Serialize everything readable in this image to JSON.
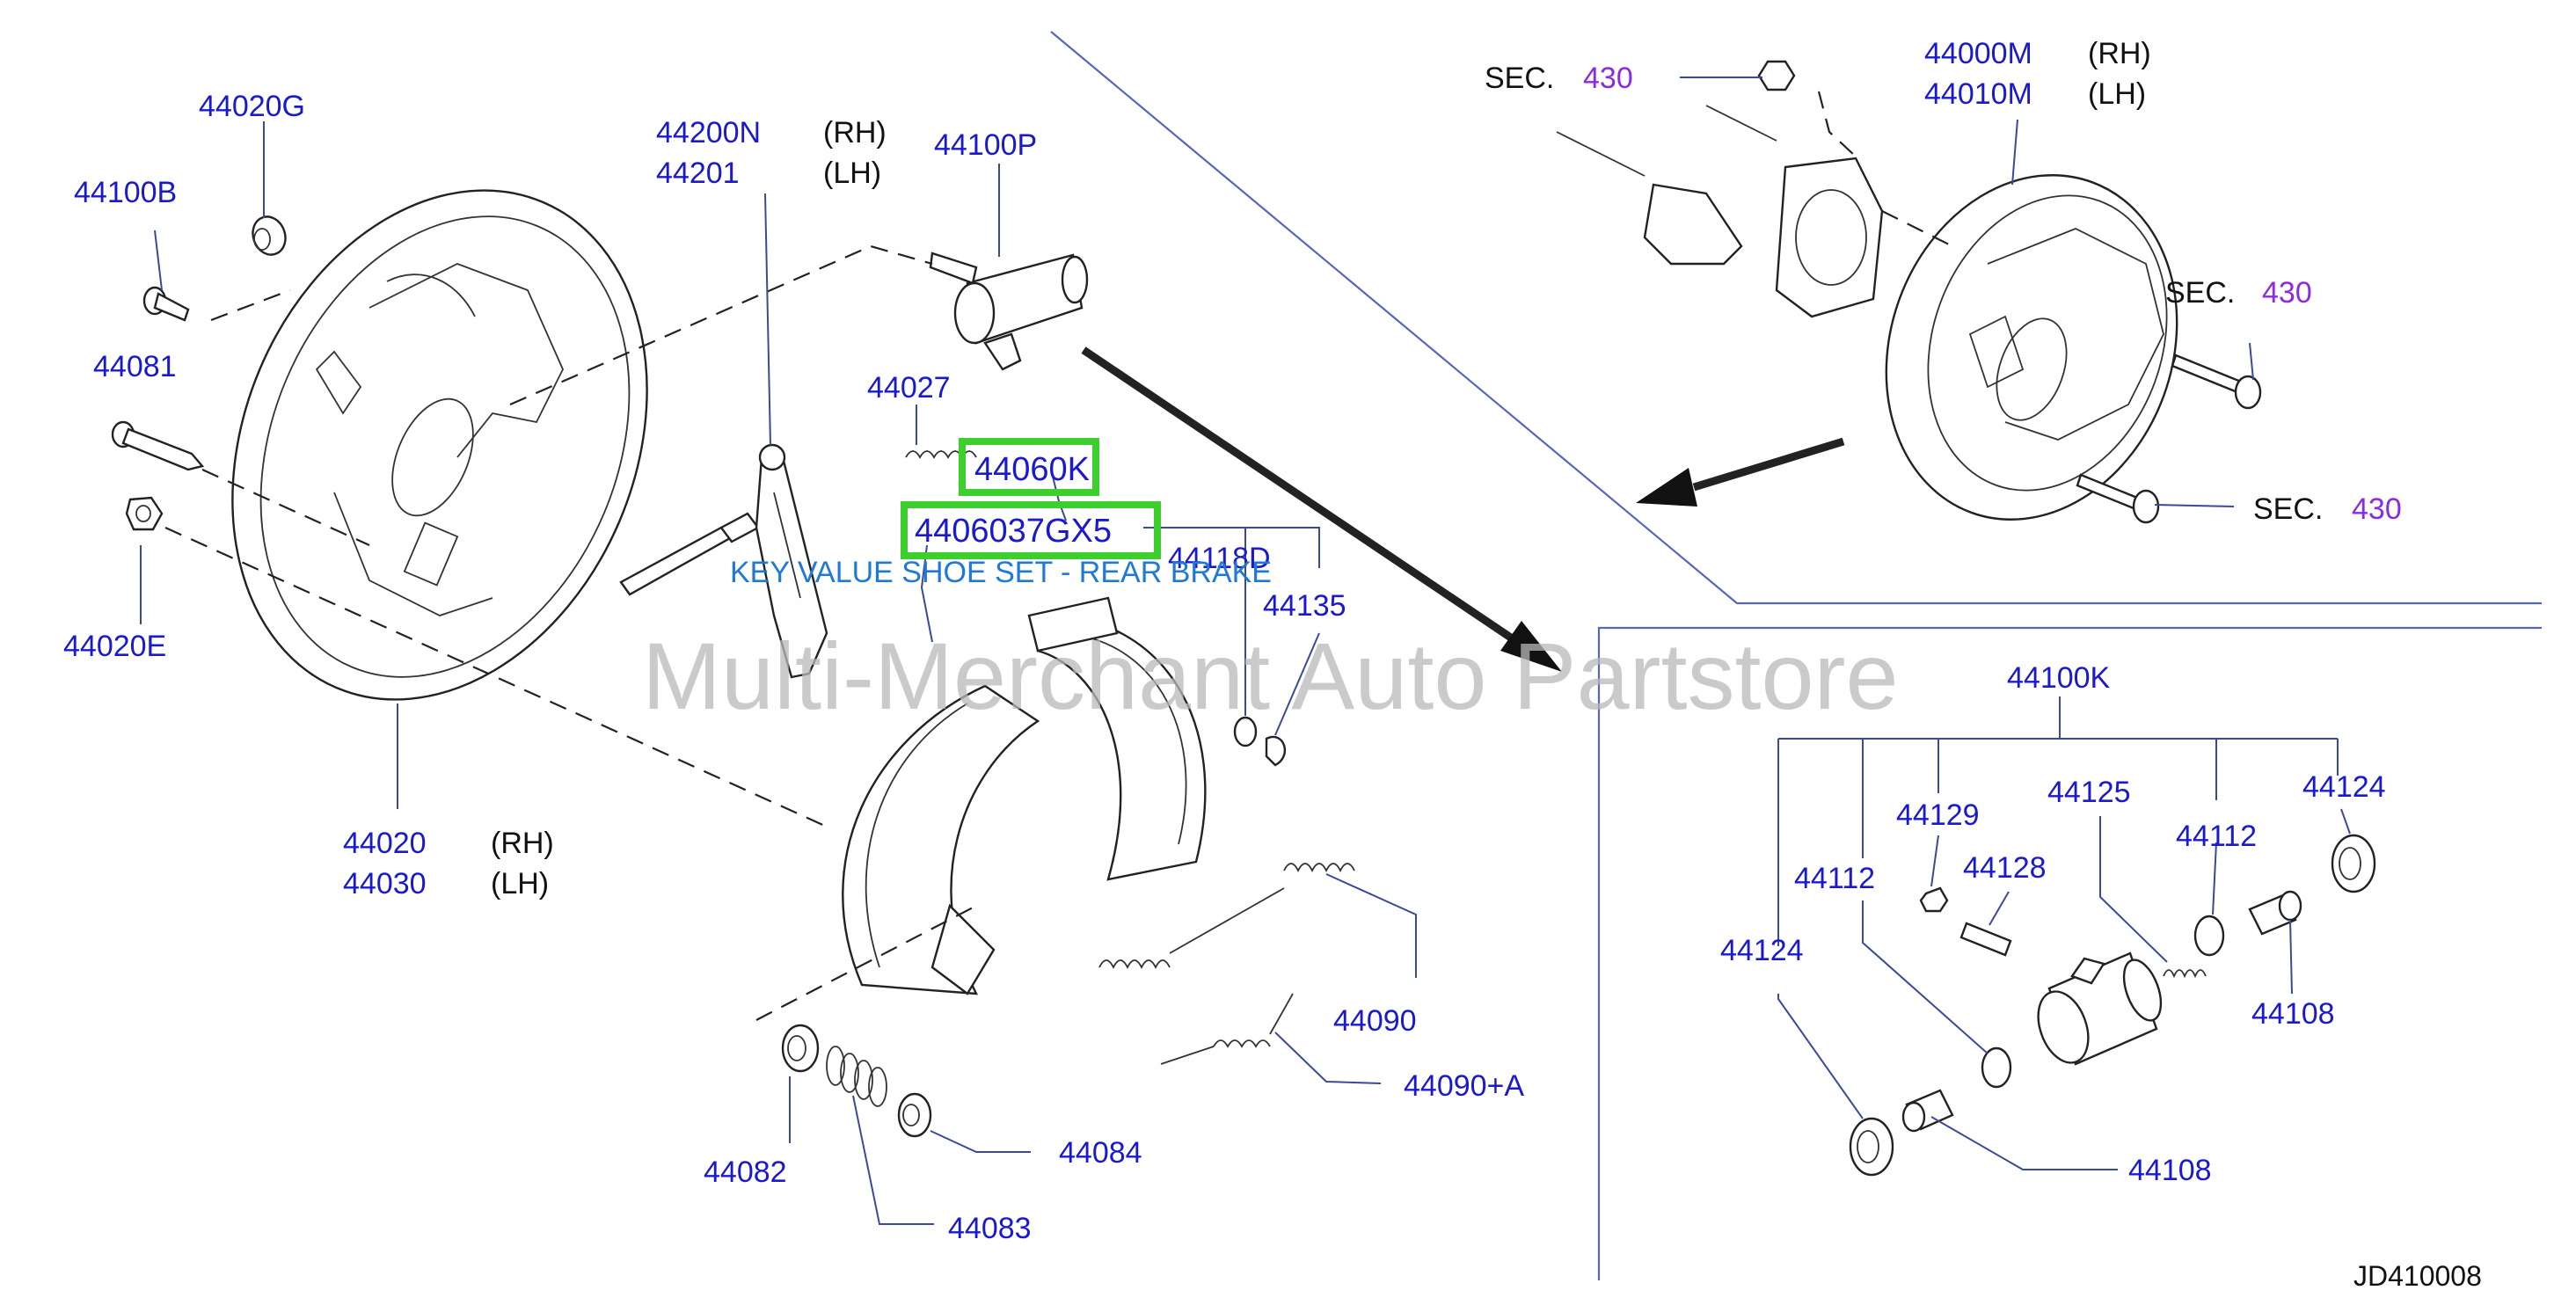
{
  "diagram": {
    "watermark": "Multi-Merchant Auto Partstore",
    "drawing_code": "JD410008",
    "highlighted": [
      {
        "part_number": "44060K"
      },
      {
        "part_number": "4406037GX5",
        "description": "KEY VALUE SHOE SET - REAR BRAKE"
      }
    ],
    "labels": {
      "p44020G": "44020G",
      "p44100B": "44100B",
      "p44081": "44081",
      "p44020E": "44020E",
      "p44020": "44020",
      "p44030": "44030",
      "p44200N": "44200N",
      "p44201": "44201",
      "p44100P": "44100P",
      "p44027": "44027",
      "p44118D": "44118D",
      "p44135": "44135",
      "p44090": "44090",
      "p44090A": "44090+A",
      "p44082": "44082",
      "p44083": "44083",
      "p44084": "44084",
      "p44000M": "44000M",
      "p44010M": "44010M",
      "p44100K": "44100K",
      "p44129": "44129",
      "p44125": "44125",
      "p44124a": "44124",
      "p44124b": "44124",
      "p44112a": "44112",
      "p44112b": "44112",
      "p44128": "44128",
      "p44108a": "44108",
      "p44108b": "44108"
    },
    "sides": {
      "rh": "(RH)",
      "lh": "(LH)"
    },
    "sections": {
      "sec_label": "SEC.",
      "sec_number": "430"
    }
  }
}
